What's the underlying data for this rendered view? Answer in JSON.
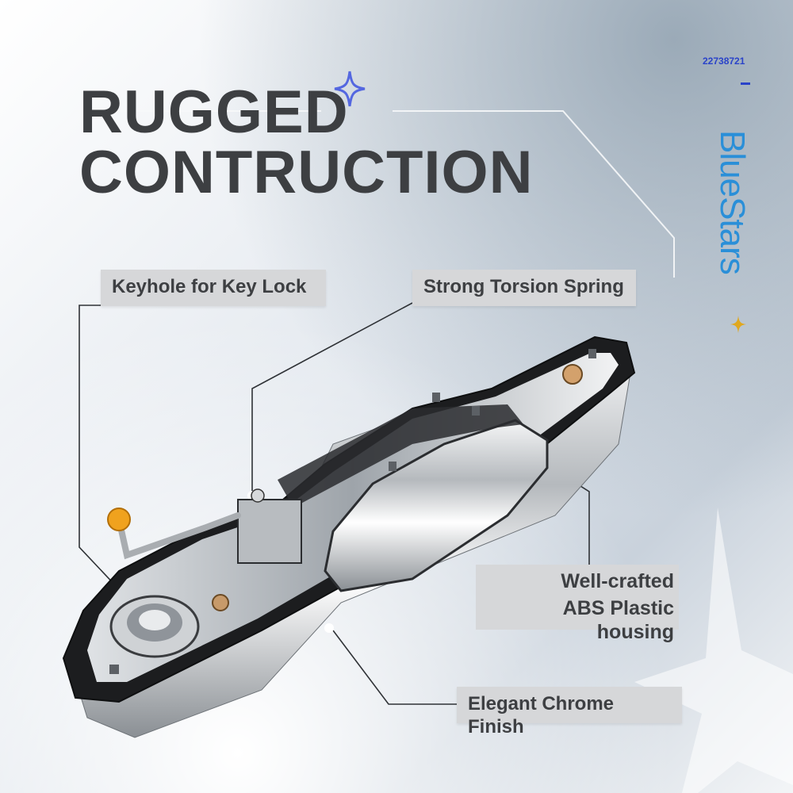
{
  "headline": {
    "line1": "RUGGED",
    "line2": "CONTRUCTION"
  },
  "callouts": {
    "keyhole": "Keyhole for Key Lock",
    "spring": "Strong Torsion Spring",
    "housing_line1": "Well-crafted",
    "housing_line2": "ABS Plastic housing",
    "chrome": "Elegant Chrome Finish"
  },
  "brand": {
    "part_number": "22738721",
    "logo_text": "BlueStars",
    "logo_color": "#2a8fd8",
    "accent_color": "#2a43c9",
    "star_color": "#e0a81f"
  },
  "product": {
    "icon": "door-handle-image"
  }
}
